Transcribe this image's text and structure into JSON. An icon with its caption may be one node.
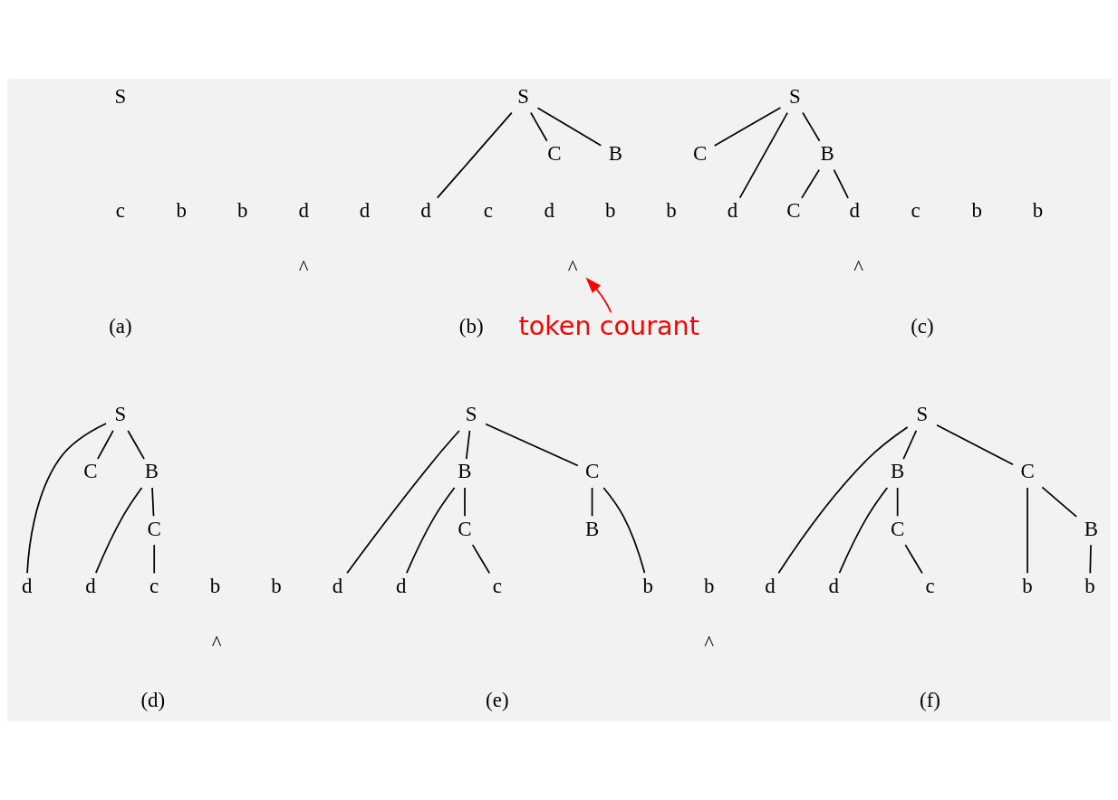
{
  "diagram": {
    "nodes": [
      {
        "text": [
          "S"
        ]
      },
      {
        "text": [
          "d"
        ]
      },
      {
        "text": [
          "d"
        ]
      },
      {
        "text": [
          "c"
        ]
      },
      {
        "text": [
          "b"
        ]
      },
      {
        "text": [
          "b"
        ]
      },
      {
        "text": [
          "^"
        ]
      },
      {
        "text": [
          "S"
        ]
      },
      {
        "text": [
          "B"
        ]
      },
      {
        "text": [
          "C"
        ]
      },
      {
        "text": [
          "d"
        ]
      },
      {
        "text": [
          "d"
        ]
      },
      {
        "text": [
          "c"
        ]
      },
      {
        "text": [
          "b"
        ]
      },
      {
        "text": [
          "b"
        ]
      },
      {
        "text": [
          "^"
        ]
      },
      {
        "text": [
          "S"
        ]
      },
      {
        "text": [
          "B"
        ]
      },
      {
        "text": [
          "C"
        ]
      },
      {
        "text": [
          "C"
        ]
      },
      {
        "text": [
          "d"
        ]
      },
      {
        "text": [
          "d"
        ]
      },
      {
        "text": [
          "c"
        ]
      },
      {
        "text": [
          "b"
        ]
      },
      {
        "text": [
          "b"
        ]
      },
      {
        "text": [
          "^"
        ]
      },
      {
        "text": [
          "S"
        ]
      },
      {
        "text": [
          "B"
        ]
      },
      {
        "text": [
          "C"
        ]
      },
      {
        "text": [
          "C"
        ]
      },
      {
        "text": [
          "d"
        ]
      },
      {
        "text": [
          "d"
        ]
      },
      {
        "text": [
          "c"
        ]
      },
      {
        "text": [
          "b"
        ]
      },
      {
        "text": [
          "b"
        ]
      },
      {
        "text": [
          "^"
        ]
      },
      {
        "text": [
          "S"
        ]
      },
      {
        "text": [
          "B"
        ]
      },
      {
        "text": [
          "C"
        ]
      },
      {
        "text": [
          "C"
        ]
      },
      {
        "text": [
          "B"
        ]
      },
      {
        "text": [
          "d"
        ]
      },
      {
        "text": [
          "d"
        ]
      },
      {
        "text": [
          "c"
        ]
      },
      {
        "text": [
          "b"
        ]
      },
      {
        "text": [
          "b"
        ]
      },
      {
        "text": [
          "^"
        ]
      },
      {
        "text": [
          "S"
        ]
      },
      {
        "text": [
          "B"
        ]
      },
      {
        "text": [
          "C"
        ]
      },
      {
        "text": [
          "C"
        ]
      },
      {
        "text": [
          "B"
        ]
      },
      {
        "text": [
          "d"
        ]
      },
      {
        "text": [
          "d"
        ]
      },
      {
        "text": [
          "c"
        ]
      },
      {
        "text": [
          "b"
        ]
      },
      {
        "text": [
          "b"
        ]
      },
      {
        "text": [
          "token courant"
        ]
      }
    ],
    "edges": [
      {
        "from": 7,
        "to": 10,
        "arrow": "none"
      },
      {
        "from": 7,
        "to": 8,
        "arrow": "none"
      },
      {
        "from": 7,
        "to": 9,
        "arrow": "none"
      },
      {
        "from": 16,
        "to": 20,
        "arrow": "none"
      },
      {
        "from": 16,
        "to": 17,
        "arrow": "none"
      },
      {
        "from": 16,
        "to": 18,
        "arrow": "none"
      },
      {
        "from": 17,
        "to": 21,
        "arrow": "none"
      },
      {
        "from": 17,
        "to": 19,
        "arrow": "none"
      },
      {
        "from": 26,
        "to": 30,
        "arrow": "none"
      },
      {
        "from": 26,
        "to": 27,
        "arrow": "none"
      },
      {
        "from": 26,
        "to": 28,
        "arrow": "none"
      },
      {
        "from": 27,
        "to": 31,
        "arrow": "none"
      },
      {
        "from": 27,
        "to": 29,
        "arrow": "none"
      },
      {
        "from": 29,
        "to": 32,
        "arrow": "none"
      },
      {
        "from": 36,
        "to": 41,
        "arrow": "none"
      },
      {
        "from": 36,
        "to": 37,
        "arrow": "none"
      },
      {
        "from": 36,
        "to": 38,
        "arrow": "none"
      },
      {
        "from": 37,
        "to": 42,
        "arrow": "none"
      },
      {
        "from": 37,
        "to": 39,
        "arrow": "none"
      },
      {
        "from": 39,
        "to": 43,
        "arrow": "none"
      },
      {
        "from": 38,
        "to": 44,
        "arrow": "none"
      },
      {
        "from": 38,
        "to": 40,
        "arrow": "none"
      },
      {
        "from": 47,
        "to": 52,
        "arrow": "none"
      },
      {
        "from": 47,
        "to": 48,
        "arrow": "none"
      },
      {
        "from": 47,
        "to": 49,
        "arrow": "none"
      },
      {
        "from": 48,
        "to": 53,
        "arrow": "none"
      },
      {
        "from": 48,
        "to": 50,
        "arrow": "none"
      },
      {
        "from": 50,
        "to": 54,
        "arrow": "none"
      },
      {
        "from": 49,
        "to": 55,
        "arrow": "none"
      },
      {
        "from": 49,
        "to": 51,
        "arrow": "none"
      },
      {
        "from": 51,
        "to": 56,
        "arrow": "none"
      },
      {
        "from": 57,
        "to": 15,
        "arrow": "to",
        "color": "#ff0000"
      }
    ],
    "labels": [
      "(a)",
      "(b)",
      "(c)",
      "(d)",
      "(e)",
      "(f)"
    ]
  }
}
